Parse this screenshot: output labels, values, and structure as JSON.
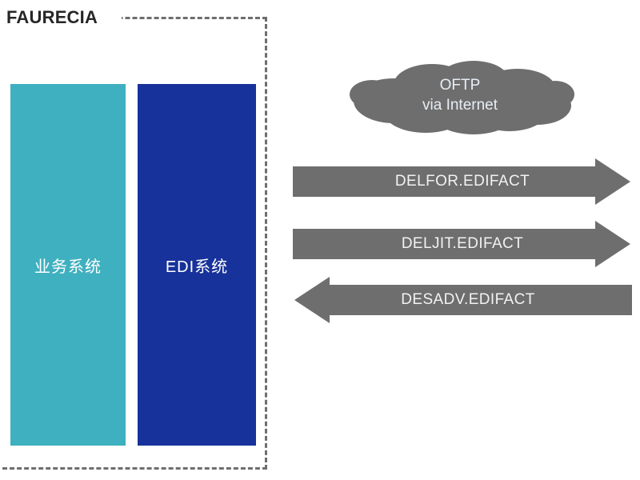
{
  "diagram": {
    "title": "FAURECIA",
    "boundary_name": "faurecia-internal-boundary",
    "colors": {
      "business_box": "#3fb0bf",
      "edi_box": "#17329a",
      "cloud": "#6e6e6e",
      "arrow": "#6e6e6e",
      "boundary_dash": "#6e6e6e",
      "title_text": "#262626",
      "box_text": "#ffffff",
      "arrow_text": "#f2f2f2"
    }
  },
  "systems": [
    {
      "id": "business-system",
      "label": "业务系统"
    },
    {
      "id": "edi-system",
      "label": "EDI系统"
    }
  ],
  "network": {
    "protocol": "OFTP",
    "transport": "via Internet"
  },
  "messages": [
    {
      "id": "delfor",
      "label": "DELFOR.EDIFACT",
      "direction": "right"
    },
    {
      "id": "deljit",
      "label": "DELJIT.EDIFACT",
      "direction": "right"
    },
    {
      "id": "desadv",
      "label": "DESADV.EDIFACT",
      "direction": "left"
    }
  ]
}
